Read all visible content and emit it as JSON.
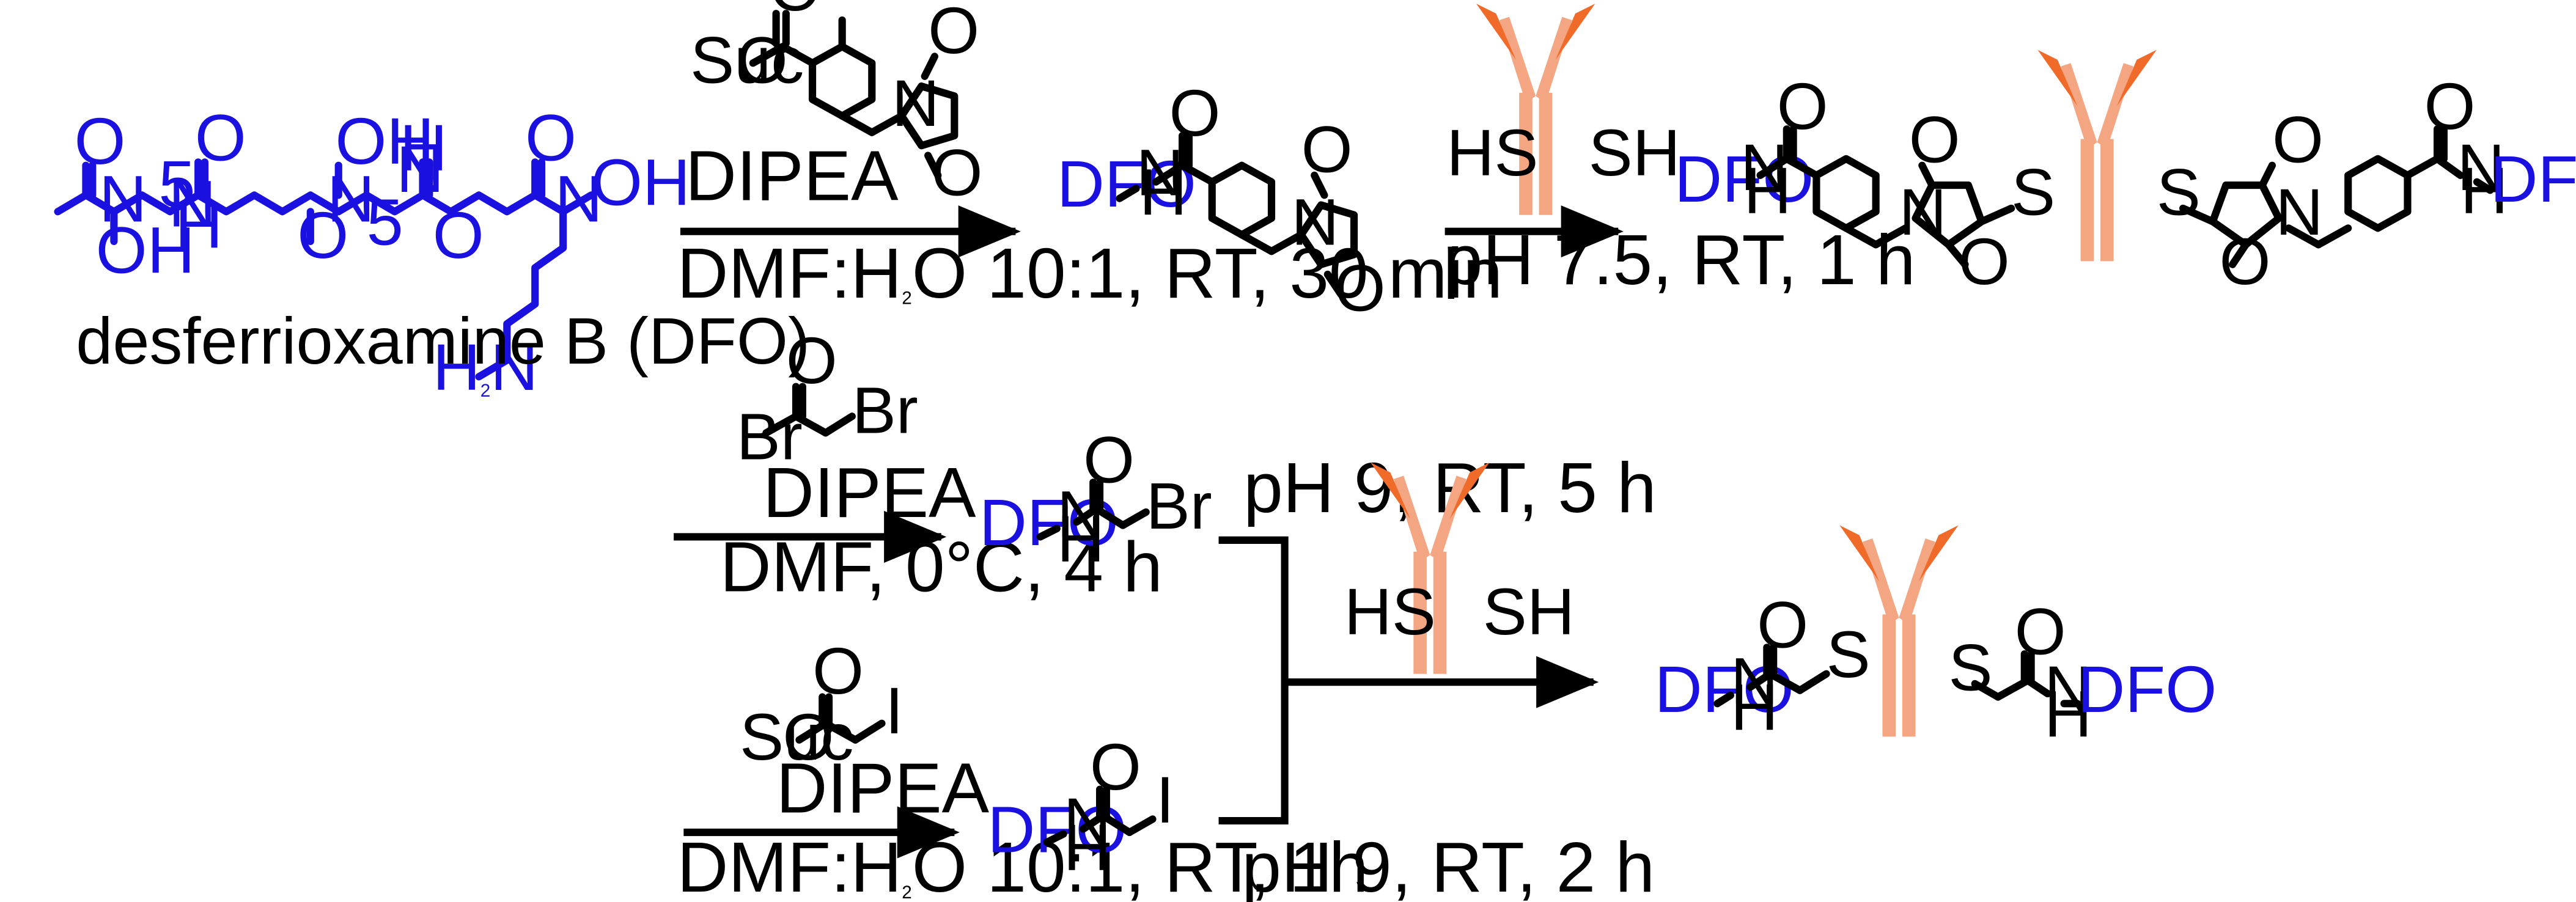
{
  "colors": {
    "dfo_blue": "#1a10e0",
    "antibody_light": "#f4a582",
    "antibody_dark": "#f06a2a",
    "ink": "#000000"
  },
  "dfo": {
    "name": "desferrioxamine B (DFO)",
    "atoms": {
      "oh": "OH",
      "n": "N",
      "h": "H",
      "nh": "NH",
      "o": "O",
      "h2n": "H",
      "h2n_sub": "2",
      "h2n_n": "N",
      "sub5": "5"
    }
  },
  "labels": {
    "dfo": "DFO",
    "o": "O",
    "n": "N",
    "h": "H",
    "s": "S",
    "hs": "HS",
    "sh": "SH",
    "br": "Br",
    "i": "I",
    "suc": "Suc"
  },
  "route1": {
    "reagent_dipea": "DIPEA",
    "conditions": "DMF:H₂O 10:1, RT, 30 min",
    "conditions_pre": "DMF:H",
    "conditions_sub": "2",
    "conditions_post": "O 10:1, RT, 30 min",
    "step2_conditions": "pH 7.5, RT, 1 h"
  },
  "route2": {
    "reagent_dipea": "DIPEA",
    "conditions": "DMF, 0°C, 4 h",
    "conditions_after": "pH 9, RT, 5 h"
  },
  "route3": {
    "reagent_dipea": "DIPEA",
    "conditions_pre": "DMF:H",
    "conditions_sub": "2",
    "conditions_post": "O 10:1, RT,  1h",
    "conditions_after": "pH 9, RT, 2 h"
  },
  "antibody_icon": "antibody-icon"
}
